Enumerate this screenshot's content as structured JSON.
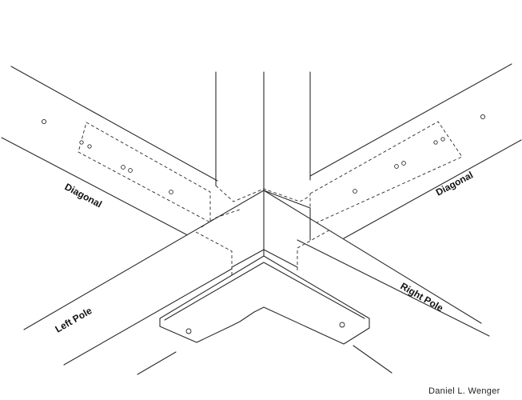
{
  "labels": {
    "diagonal_left": "Diagonal",
    "diagonal_right": "Diagonal",
    "left_pole": "Left Pole",
    "right_pole": "Right Pole"
  },
  "signature": "Daniel L. Wenger",
  "colors": {
    "ink": "#2a2a2a",
    "paper": "#ffffff"
  }
}
